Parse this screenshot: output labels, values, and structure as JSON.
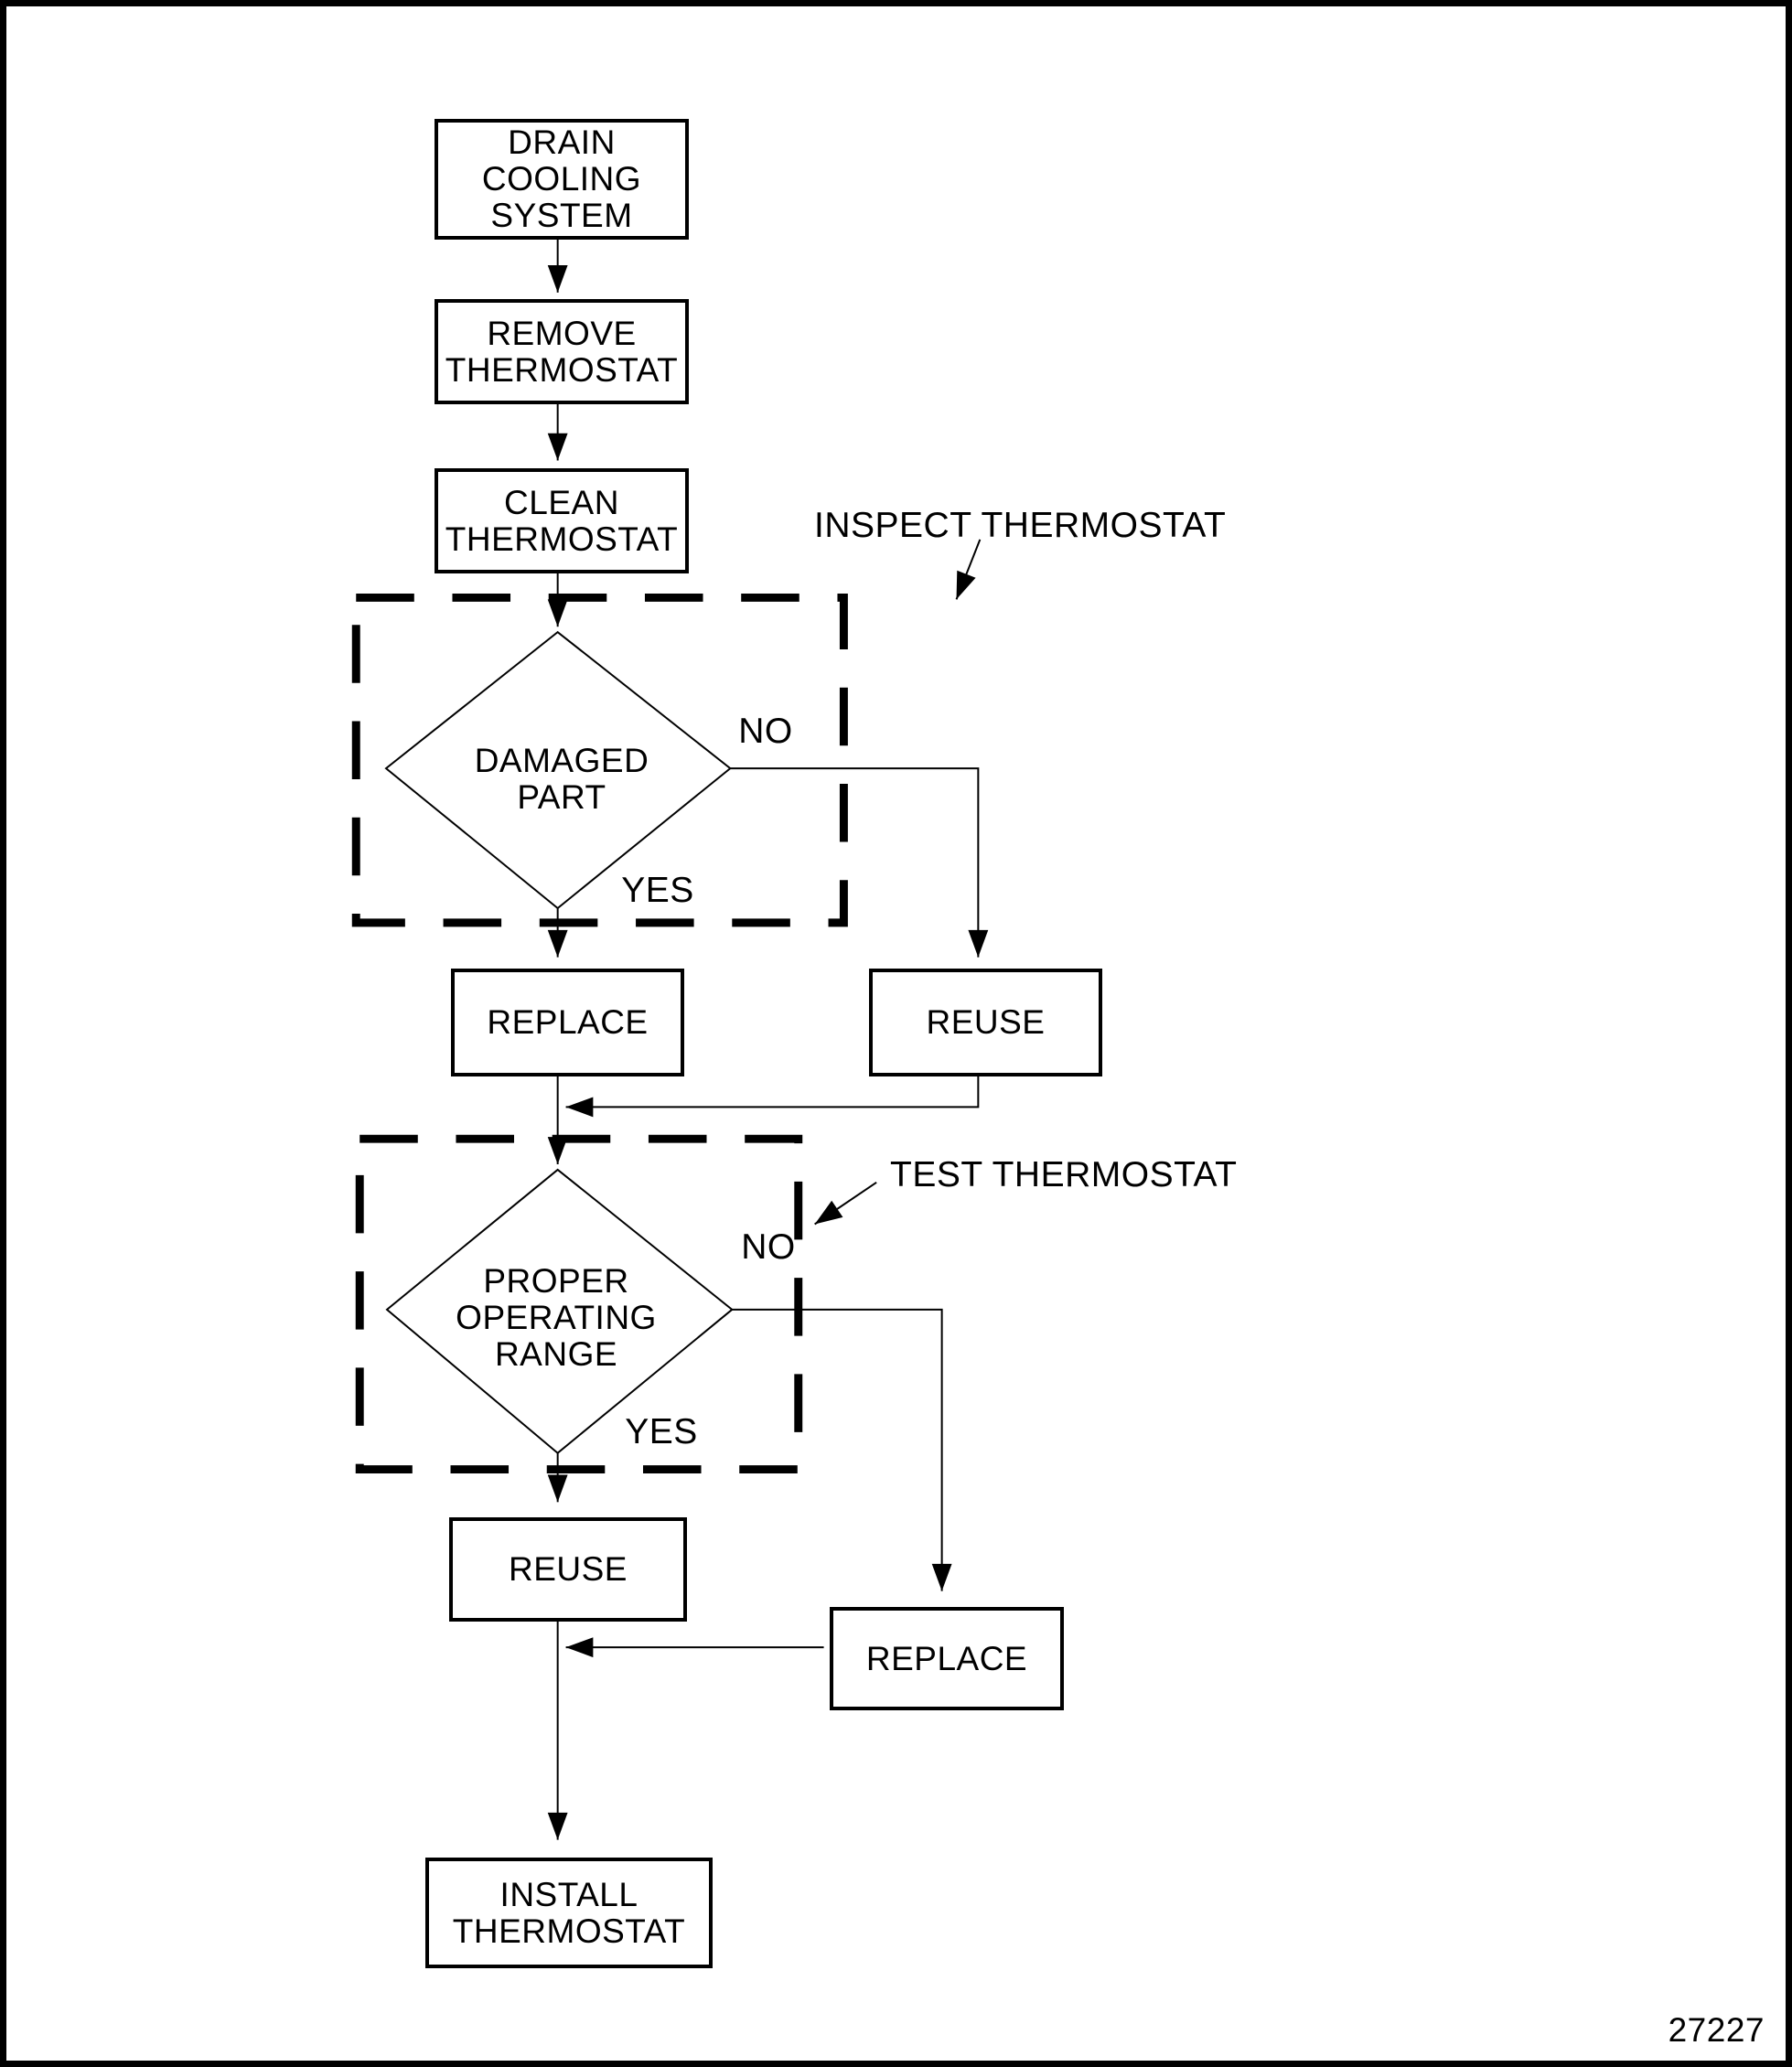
{
  "page": {
    "background_color": "#ffffff",
    "ink_color": "#000000",
    "figure_number": "27227"
  },
  "flowchart": {
    "process_nodes": {
      "drain": "DRAIN\nCOOLING\nSYSTEM",
      "remove": "REMOVE\nTHERMOSTAT",
      "clean": "CLEAN\nTHERMOSTAT",
      "replace_damaged": "REPLACE",
      "reuse_undamaged": "REUSE",
      "reuse_in_range": "REUSE",
      "replace_out_of_range": "REPLACE",
      "install": "INSTALL\nTHERMOSTAT"
    },
    "decision_nodes": {
      "damaged_part": "DAMAGED\nPART",
      "proper_operating_range": "PROPER\nOPERATING\nRANGE"
    },
    "branch_labels": {
      "damaged_no": "NO",
      "damaged_yes": "YES",
      "range_no": "NO",
      "range_yes": "YES"
    },
    "annotations": {
      "inspect": "INSPECT THERMOSTAT",
      "test": "TEST THERMOSTAT"
    }
  }
}
